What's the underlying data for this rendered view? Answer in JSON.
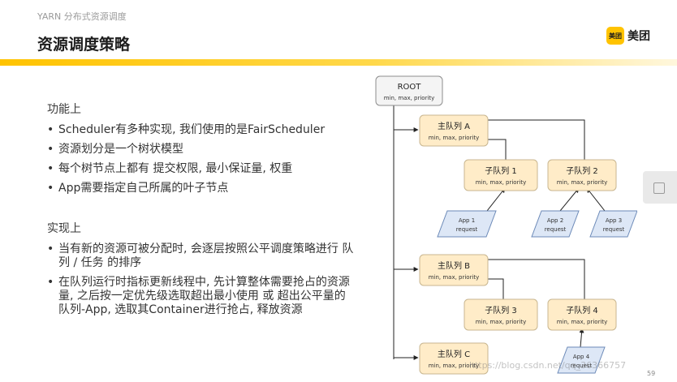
{
  "header": {
    "subtitle": "YARN 分布式资源调度",
    "title": "资源调度策略",
    "logo_icon_text": "美团",
    "logo_text": "美团"
  },
  "section1": {
    "heading": "功能上",
    "bullets": [
      "Scheduler有多种实现, 我们使用的是FairScheduler",
      "资源划分是一个树状模型",
      "每个树节点上都有 提交权限, 最小保证量, 权重",
      "App需要指定自己所属的叶子节点"
    ]
  },
  "section2": {
    "heading": "实现上",
    "bullets": [
      "当有新的资源可被分配时, 会逐层按照公平调度策略进行 队列 / 任务 的排序",
      "在队列运行时指标更新线程中, 先计算整体需要抢占的资源量, 之后按一定优先级选取超出最小使用 或 超出公平量的 队列-App, 选取其Container进行抢占, 释放资源"
    ]
  },
  "diagram": {
    "root": {
      "title": "ROOT",
      "sub": "min, max, priority"
    },
    "node_sub": "min, max, priority",
    "queues": {
      "a": "主队列 A",
      "b": "主队列 B",
      "c": "主队列 C",
      "s1": "子队列 1",
      "s2": "子队列 2",
      "s3": "子队列 3",
      "s4": "子队列 4"
    },
    "apps": {
      "a1": "App 1",
      "a2": "App 2",
      "a3": "App 3",
      "a4": "App 4",
      "req": "request"
    }
  },
  "footer": {
    "watermark": "https://blog.csdn.net/qq_36366757",
    "page_number": "59"
  }
}
